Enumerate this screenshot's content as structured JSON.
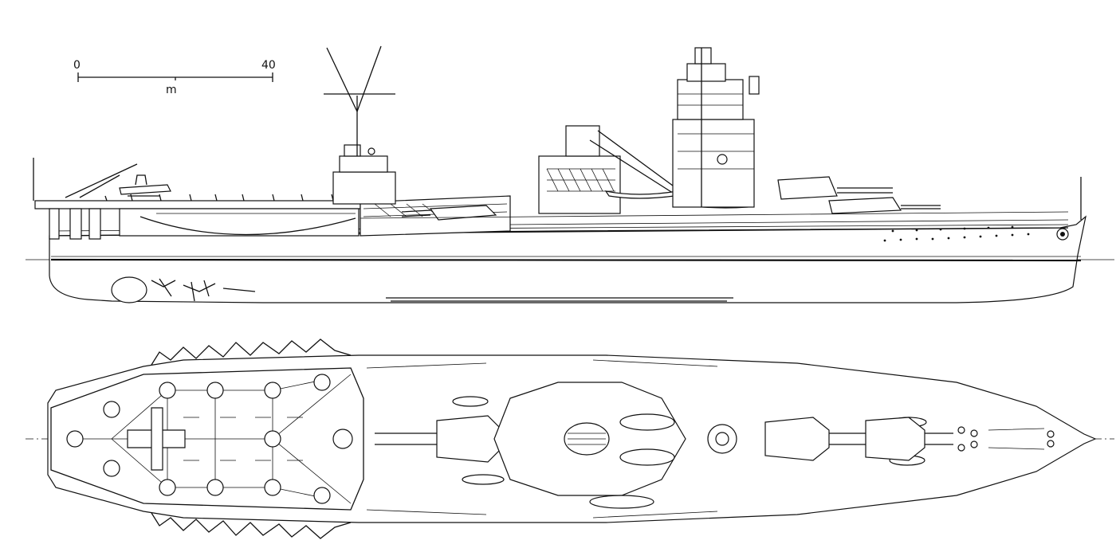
{
  "scale_bar": {
    "start_label": "0",
    "end_label": "40",
    "unit_label": "m"
  }
}
